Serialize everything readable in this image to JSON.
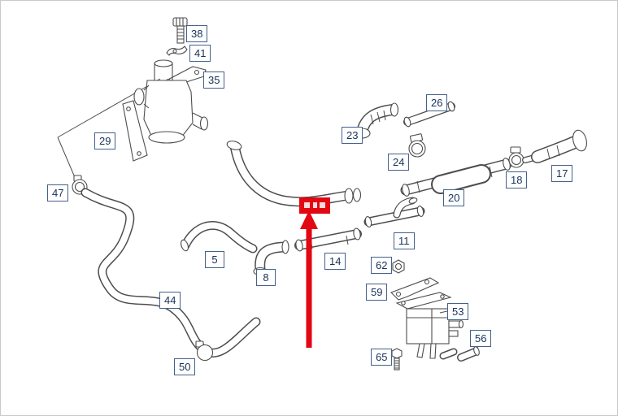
{
  "diagram": {
    "type": "parts-diagram",
    "background_color": "#ffffff",
    "line_color": "#4d4d4d",
    "label_border_color": "#44618c",
    "label_text_color": "#17325a",
    "highlight": {
      "color": "#e30613"
    },
    "parts": [
      {
        "number": "38"
      },
      {
        "number": "41"
      },
      {
        "number": "35"
      },
      {
        "number": "29"
      },
      {
        "number": "47"
      },
      {
        "number": "44"
      },
      {
        "number": "50"
      },
      {
        "number": "5"
      },
      {
        "number": "8"
      },
      {
        "number": "14"
      },
      {
        "number": "23"
      },
      {
        "number": "26"
      },
      {
        "number": "24"
      },
      {
        "number": "20"
      },
      {
        "number": "18"
      },
      {
        "number": "17"
      },
      {
        "number": "11"
      },
      {
        "number": "62"
      },
      {
        "number": "59"
      },
      {
        "number": "53"
      },
      {
        "number": "56"
      },
      {
        "number": "65"
      }
    ]
  }
}
